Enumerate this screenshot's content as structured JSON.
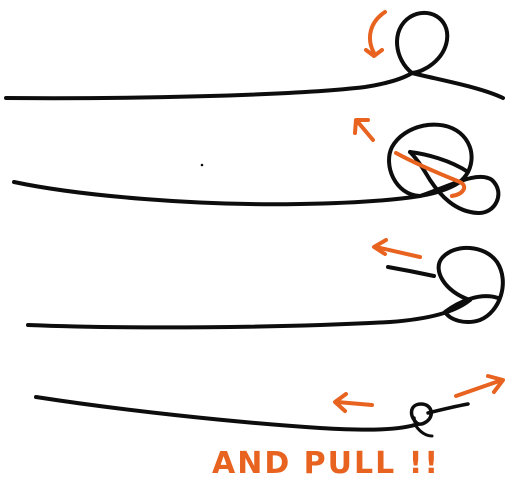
{
  "caption": "AND PULL !!",
  "colors": {
    "ink": "#0d0d0d",
    "accent": "#e8631f",
    "background": "#ffffff"
  },
  "steps": [
    {
      "name": "step-1-make-loop",
      "arrow": "curved-arrow-down"
    },
    {
      "name": "step-2-pass-end-through",
      "arrow": "arrow-up-left"
    },
    {
      "name": "step-3-second-pass",
      "arrow": "arrow-left"
    },
    {
      "name": "step-4-pull-tight",
      "arrows": [
        "arrow-left",
        "arrow-right"
      ]
    }
  ]
}
